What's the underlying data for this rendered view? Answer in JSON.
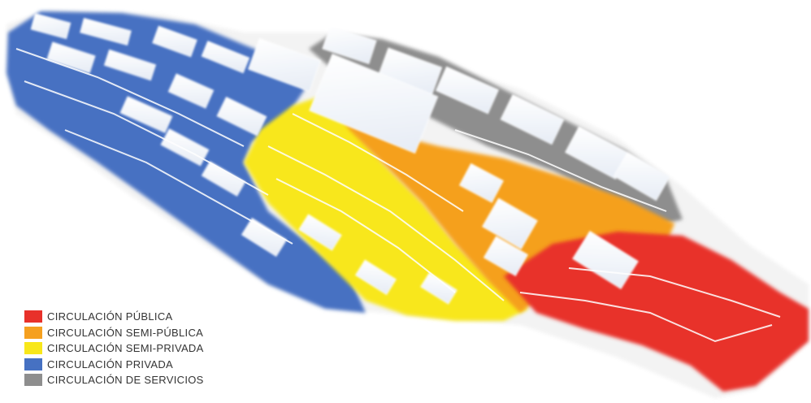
{
  "colors": {
    "publica": "#e8312a",
    "semi_publica": "#f5a01f",
    "semi_privada": "#f8e71a",
    "privada": "#4671c2",
    "servicios": "#8e8e8e"
  },
  "legend": {
    "items": [
      {
        "label": "CIRCULACIÓN PÚBLICA",
        "color": "#e8312a"
      },
      {
        "label": "CIRCULACIÓN SEMI-PÚBLICA",
        "color": "#f5a01f"
      },
      {
        "label": "CIRCULACIÓN SEMI-PRIVADA",
        "color": "#f8e71a"
      },
      {
        "label": "CIRCULACIÓN PRIVADA",
        "color": "#4671c2"
      },
      {
        "label": "CIRCULACIÓN DE SERVICIOS",
        "color": "#8e8e8e"
      }
    ]
  }
}
